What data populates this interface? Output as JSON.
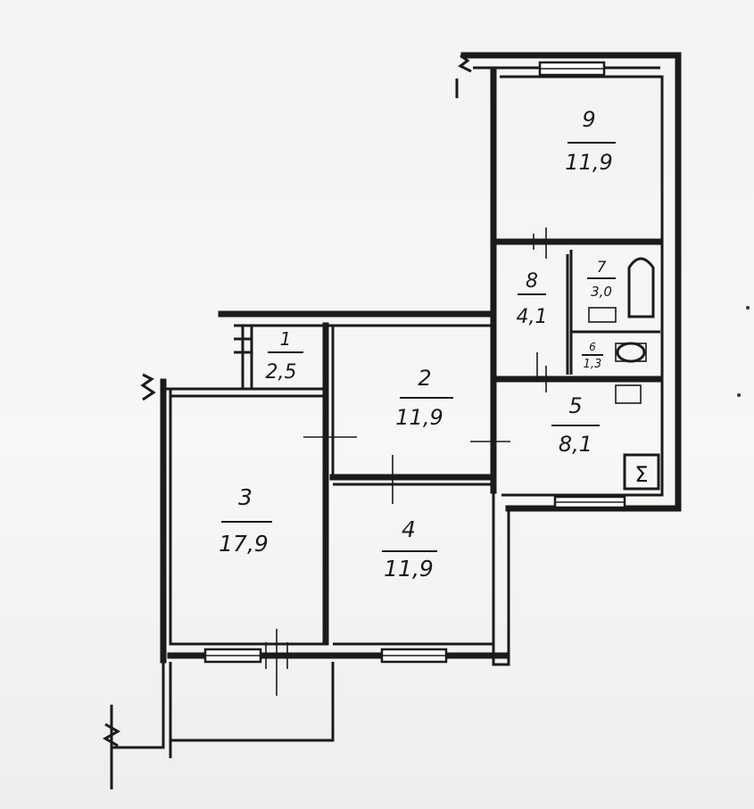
{
  "bleed_text": [],
  "rooms": [
    {
      "number": "1",
      "area": "2,5"
    },
    {
      "number": "2",
      "area": "11,9"
    },
    {
      "number": "3",
      "area": "17,9"
    },
    {
      "number": "4",
      "area": "11,9"
    },
    {
      "number": "5",
      "area": "8,1"
    },
    {
      "number": "6",
      "area": "1,3"
    },
    {
      "number": "7",
      "area": "3,0"
    },
    {
      "number": "8",
      "area": "4,1"
    },
    {
      "number": "9",
      "area": "11,9"
    }
  ],
  "stove_symbol": "Σ"
}
